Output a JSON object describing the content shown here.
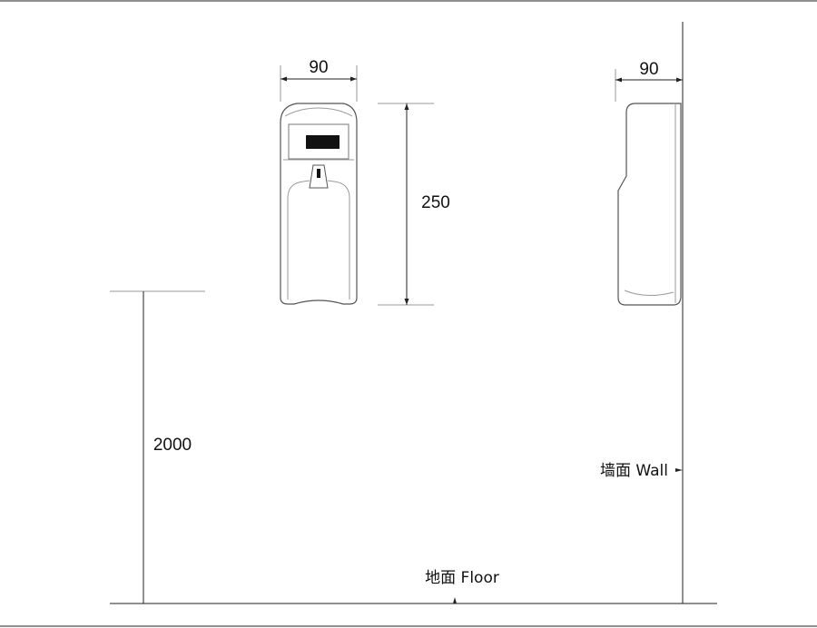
{
  "dimensions": {
    "front_width": "90",
    "side_width": "90",
    "height": "250",
    "mount_height": "2000"
  },
  "labels": {
    "wall": "墙面 Wall",
    "floor": "地面 Floor"
  },
  "colors": {
    "line": "#222222",
    "outline": "#555555",
    "display": "#111111"
  }
}
